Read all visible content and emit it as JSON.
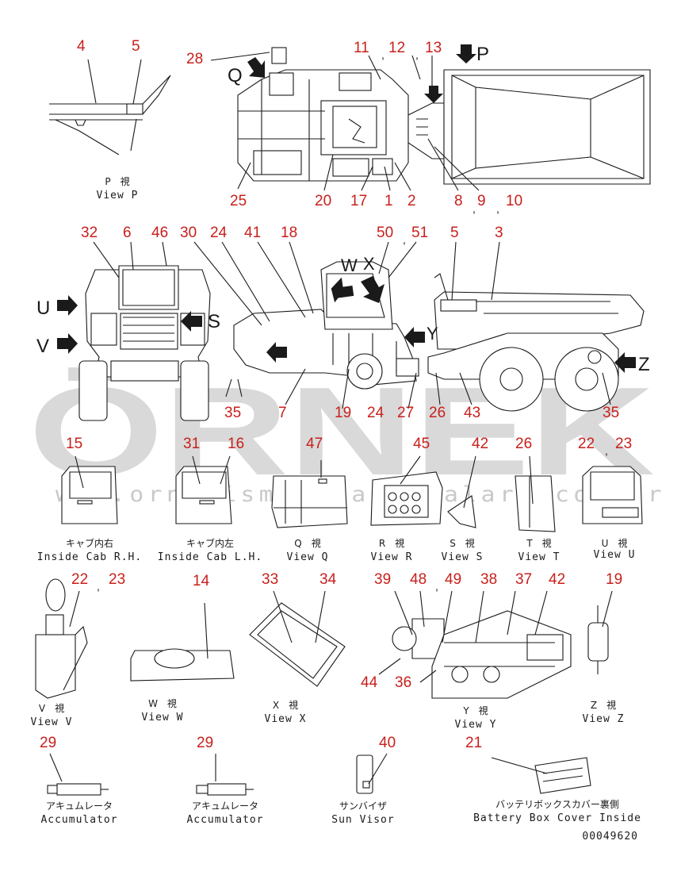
{
  "watermark": {
    "brand": "ÖRNEK",
    "site": "www.ornekismakinaparcalari.com.tr"
  },
  "drawing_code": "00049620",
  "arrow_letters": {
    "P": "P",
    "Q": "Q",
    "U": "U",
    "V": "V",
    "S": "S",
    "W": "W",
    "X": "X",
    "Y": "Y",
    "Z": "Z"
  },
  "callouts": {
    "n4": "4",
    "n5": "5",
    "n28": "28",
    "n11": "11",
    "n12": "12",
    "n13": "13",
    "n25": "25",
    "n20": "20",
    "n17": "17",
    "n1": "1",
    "n2": "2",
    "n8": "8",
    "n9": "9",
    "n10": "10",
    "n32": "32",
    "n6": "6",
    "n46": "46",
    "n30": "30",
    "n24a": "24",
    "n41": "41",
    "n18": "18",
    "n50": "50",
    "n51": "51",
    "n5b": "5",
    "n3": "3",
    "n35a": "35",
    "n7": "7",
    "n19a": "19",
    "n24b": "24",
    "n27": "27",
    "n26a": "26",
    "n43": "43",
    "n35b": "35",
    "n15": "15",
    "n31": "31",
    "n16": "16",
    "n47": "47",
    "n45": "45",
    "n42a": "42",
    "n26b": "26",
    "n22a": "22",
    "n23a": "23",
    "n22b": "22",
    "n23b": "23",
    "n14": "14",
    "n33": "33",
    "n34": "34",
    "n39": "39",
    "n48": "48",
    "n49": "49",
    "n38": "38",
    "n37": "37",
    "n42b": "42",
    "n19b": "19",
    "n44": "44",
    "n36": "36",
    "n29a": "29",
    "n29b": "29",
    "n40": "40",
    "n21": "21"
  },
  "captions": {
    "viewP": {
      "jp": "P　視",
      "en": "View P"
    },
    "cabRH": {
      "jp": "キャブ内右",
      "en": "Inside Cab R.H."
    },
    "cabLH": {
      "jp": "キャブ内左",
      "en": "Inside Cab L.H."
    },
    "viewQ": {
      "jp": "Q　視",
      "en": "View Q"
    },
    "viewR": {
      "jp": "R　視",
      "en": "View R"
    },
    "viewS": {
      "jp": "S　視",
      "en": "View S"
    },
    "viewT": {
      "jp": "T　視",
      "en": "View T"
    },
    "viewU": {
      "jp": "U　視",
      "en": "View U"
    },
    "viewV": {
      "jp": "V　視",
      "en": "View V"
    },
    "viewW": {
      "jp": "W　視",
      "en": "View W"
    },
    "viewX": {
      "jp": "X　視",
      "en": "View X"
    },
    "viewY": {
      "jp": "Y　視",
      "en": "View Y"
    },
    "viewZ": {
      "jp": "Z　視",
      "en": "View Z"
    },
    "acc1": {
      "jp": "アキュムレータ",
      "en": "Accumulator"
    },
    "acc2": {
      "jp": "アキュムレータ",
      "en": "Accumulator"
    },
    "visor": {
      "jp": "サンバイザ",
      "en": "Sun Visor"
    },
    "battery": {
      "jp": "バッテリボックスカバー裏側",
      "en": "Battery Box Cover Inside"
    }
  }
}
